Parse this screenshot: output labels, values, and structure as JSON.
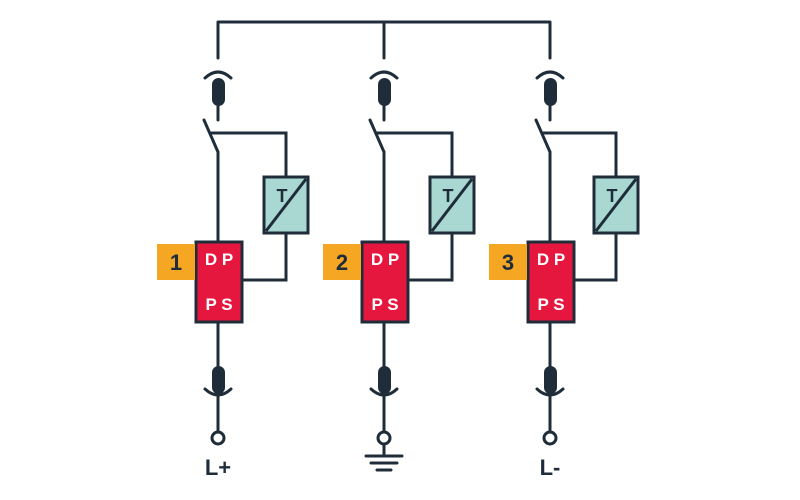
{
  "diagram": {
    "modules": [
      {
        "number": "1",
        "dps_label_line1": "D P",
        "dps_label_line2": "P S",
        "thermal_label": "T",
        "terminal_label": "L+"
      },
      {
        "number": "2",
        "dps_label_line1": "D P",
        "dps_label_line2": "P S",
        "thermal_label": "T",
        "terminal_label": ""
      },
      {
        "number": "3",
        "dps_label_line1": "D P",
        "dps_label_line2": "P S",
        "thermal_label": "T",
        "terminal_label": "L-"
      }
    ],
    "ground_symbol": "ground-icon",
    "colors": {
      "line": "#1f2d3a",
      "dps_fill": "#e5173f",
      "thermal_fill": "#a9d8d2",
      "badge_fill": "#f5a623",
      "badge_text": "#1f2d3a",
      "dps_text": "#ffffff"
    }
  }
}
